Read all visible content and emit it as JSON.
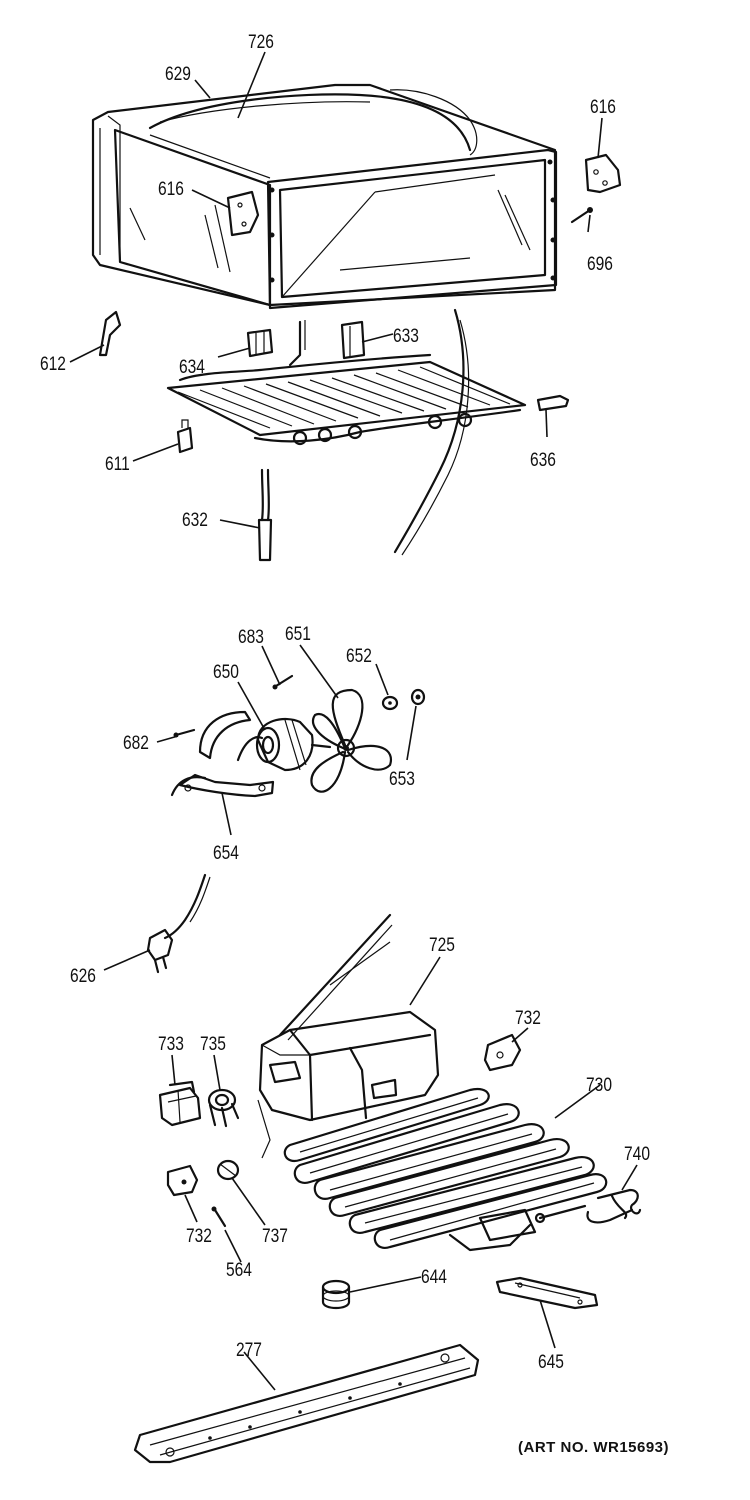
{
  "callouts": [
    {
      "id": "726",
      "text": "726"
    },
    {
      "id": "629",
      "text": "629"
    },
    {
      "id": "616a",
      "text": "616"
    },
    {
      "id": "616b",
      "text": "616"
    },
    {
      "id": "696",
      "text": "696"
    },
    {
      "id": "612",
      "text": "612"
    },
    {
      "id": "634",
      "text": "634"
    },
    {
      "id": "633",
      "text": "633"
    },
    {
      "id": "611",
      "text": "611"
    },
    {
      "id": "636",
      "text": "636"
    },
    {
      "id": "632",
      "text": "632"
    },
    {
      "id": "683",
      "text": "683"
    },
    {
      "id": "651",
      "text": "651"
    },
    {
      "id": "652",
      "text": "652"
    },
    {
      "id": "650",
      "text": "650"
    },
    {
      "id": "682",
      "text": "682"
    },
    {
      "id": "653",
      "text": "653"
    },
    {
      "id": "654",
      "text": "654"
    },
    {
      "id": "626",
      "text": "626"
    },
    {
      "id": "725",
      "text": "725"
    },
    {
      "id": "733",
      "text": "733"
    },
    {
      "id": "735",
      "text": "735"
    },
    {
      "id": "732a",
      "text": "732"
    },
    {
      "id": "730",
      "text": "730"
    },
    {
      "id": "740",
      "text": "740"
    },
    {
      "id": "732b",
      "text": "732"
    },
    {
      "id": "737",
      "text": "737"
    },
    {
      "id": "564",
      "text": "564"
    },
    {
      "id": "644",
      "text": "644"
    },
    {
      "id": "645",
      "text": "645"
    },
    {
      "id": "277",
      "text": "277"
    }
  ],
  "art_number": "(ART NO. WR15693)"
}
